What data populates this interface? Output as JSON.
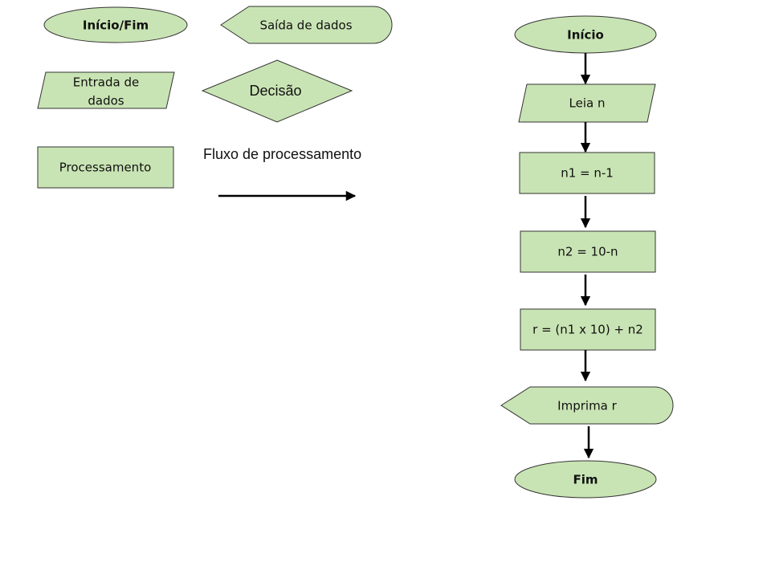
{
  "legend": {
    "terminal_label": "Início/Fim",
    "output_label": "Saída de dados",
    "input_label_line1": "Entrada de",
    "input_label_line2": "dados",
    "decision_label": "Decisão",
    "process_label": "Processamento",
    "flow_label": "Fluxo de processamento"
  },
  "flowchart": {
    "start": "Início",
    "read": "Leia n",
    "step1": "n1 = n-1",
    "step2": "n2 = 10-n",
    "step3": "r = (n1 x 10) + n2",
    "output": "Imprima r",
    "end": "Fim"
  },
  "colors": {
    "shape_fill": "#c9e4b4",
    "shape_stroke": "#333333",
    "arrow": "#000000"
  }
}
